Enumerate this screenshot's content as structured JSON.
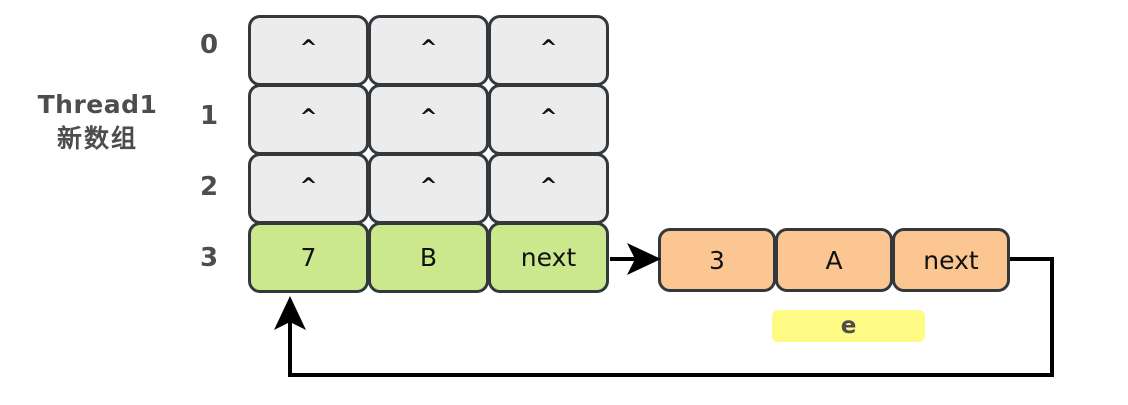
{
  "diagram": {
    "title_label": {
      "line1": "Thread1",
      "line2": "新数组"
    },
    "row_indices": [
      "0",
      "1",
      "2",
      "3"
    ],
    "array_rows": [
      {
        "index": "0",
        "state": "empty",
        "cells": [
          "^",
          "^",
          "^"
        ]
      },
      {
        "index": "1",
        "state": "empty",
        "cells": [
          "^",
          "^",
          "^"
        ]
      },
      {
        "index": "2",
        "state": "empty",
        "cells": [
          "^",
          "^",
          "^"
        ]
      },
      {
        "index": "3",
        "state": "occupied",
        "cells": [
          "7",
          "B",
          "next"
        ]
      }
    ],
    "linked_node": {
      "cells": [
        "3",
        "A",
        "next"
      ],
      "tag": "e"
    },
    "colors": {
      "empty_cell": "#ececec",
      "occupied_cell": "#cbe88c",
      "node_cell": "#fcc693",
      "tag": "#fdfb84",
      "border": "#33383d",
      "text": "#4d4d4d",
      "arrow": "#000000"
    }
  }
}
